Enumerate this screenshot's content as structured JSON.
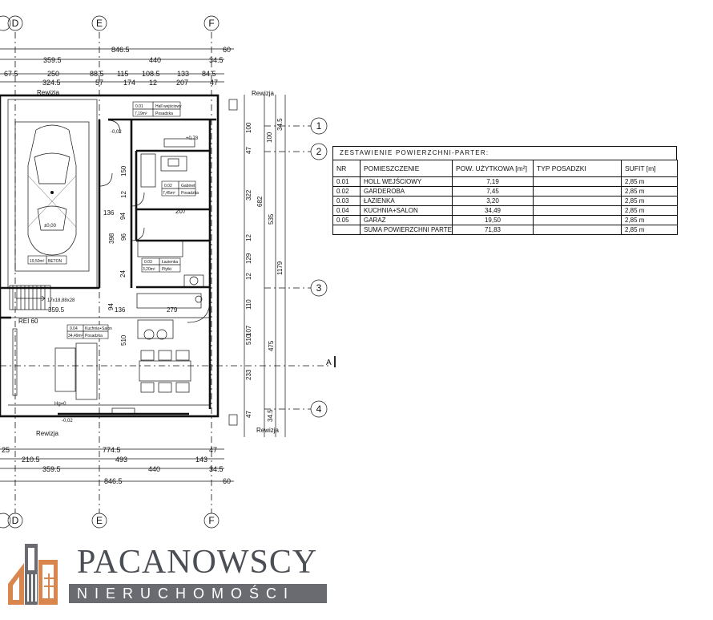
{
  "plan": {
    "axis_letters": [
      "D",
      "E",
      "F"
    ],
    "axis_numbers": [
      "1",
      "2",
      "3",
      "4"
    ],
    "section_label": "A",
    "top_dimensions": {
      "row1": [
        "846.5",
        "60"
      ],
      "row2": [
        "359.5",
        "440",
        "34.5"
      ],
      "row3": [
        "67.5",
        "250",
        "88.5",
        "115",
        "108.5",
        "133",
        "84.5"
      ],
      "row4": [
        "324.5",
        "57",
        "174",
        "12",
        "207",
        "47"
      ]
    },
    "bottom_dimensions": {
      "row1": [
        "25",
        "774.5",
        "47"
      ],
      "row2": [
        "210.5",
        "493",
        "143"
      ],
      "row3": [
        "359.5",
        "440",
        "34.5"
      ],
      "row4": [
        "846.5",
        "60"
      ]
    },
    "right_dimensions": [
      "100",
      "34.5",
      "47",
      "100",
      "322",
      "682",
      "535",
      "12",
      "129",
      "12",
      "110",
      "1179",
      "107",
      "475",
      "510",
      "233",
      "47",
      "34.5"
    ],
    "labels": {
      "rewizja_top": "Rewizja",
      "rewizja_right": "Rewizja",
      "rewizja_bottom": "Rewizja",
      "rewizja_bottom_right": "Rewizja",
      "rei": "REI 60",
      "room_0101": "0.01",
      "room_0101_name": "Hall wejściowy",
      "room_0101_area": "7,19m²",
      "room_0101_floor": "Posadzka",
      "room_0102": "0.02",
      "room_0102_name": "Gabinet",
      "room_0102_area": "7,45m²",
      "room_0102_floor": "Posadzka",
      "room_0103": "0.03",
      "room_0103_name": "Łazienka",
      "room_0103_area": "3,20m²",
      "room_0103_floor": "Płytki",
      "room_0104": "0.04",
      "room_0104_name": "Kuchnia+Salon",
      "room_0104_area": "34,49m²",
      "room_0104_floor": "Posadzka",
      "room_0105_area": "19,50m²",
      "room_0105_floor": "BETON",
      "stairs": "17x18,88x28",
      "floor_level": "±0,00",
      "neg_level": "-0,02",
      "bottom_level": "-0,02",
      "plus_level": "+0,78",
      "hg": "Hg=0",
      "interior_359": "359.5",
      "interior_279": "279",
      "interior_136a": "136",
      "interior_136b": "136",
      "interior_207": "207",
      "interior_94a": "94",
      "interior_94b": "94",
      "interior_150": "150",
      "interior_510": "510",
      "interior_398": "398",
      "interior_96": "96",
      "interior_24": "24",
      "interior_12": "12"
    }
  },
  "table": {
    "title": "ZESTAWIENIE POWIERZCHNI-PARTER:",
    "headers": [
      "NR",
      "POMIESZCZENIE",
      "POW. UŻYTKOWA [m²]",
      "TYP POSADZKI",
      "SUFIT [m]"
    ],
    "rows": [
      [
        "0.01",
        "HOLL WEJŚCIOWY",
        "7,19",
        "",
        "2,85 m"
      ],
      [
        "0.02",
        "GARDEROBA",
        "7,45",
        "",
        "2,85 m"
      ],
      [
        "0.03",
        "ŁAZIENKA",
        "3,20",
        "",
        "2,85 m"
      ],
      [
        "0.04",
        "KUCHNIA+SALON",
        "34,49",
        "",
        "2,85 m"
      ],
      [
        "0.05",
        "GARAŻ",
        "19,50",
        "",
        "2,85 m"
      ]
    ],
    "sum_label": "SUMA POWIERZCHNI PARTERU",
    "sum_value": "71,83",
    "sum_ceiling": "2,85 m"
  },
  "logo": {
    "name": "PACANOWSCY",
    "subtitle": "NIERUCHOMOŚCI",
    "colors": {
      "orange": "#d9864e",
      "gray": "#696b70",
      "dark": "#4b4f55"
    }
  }
}
